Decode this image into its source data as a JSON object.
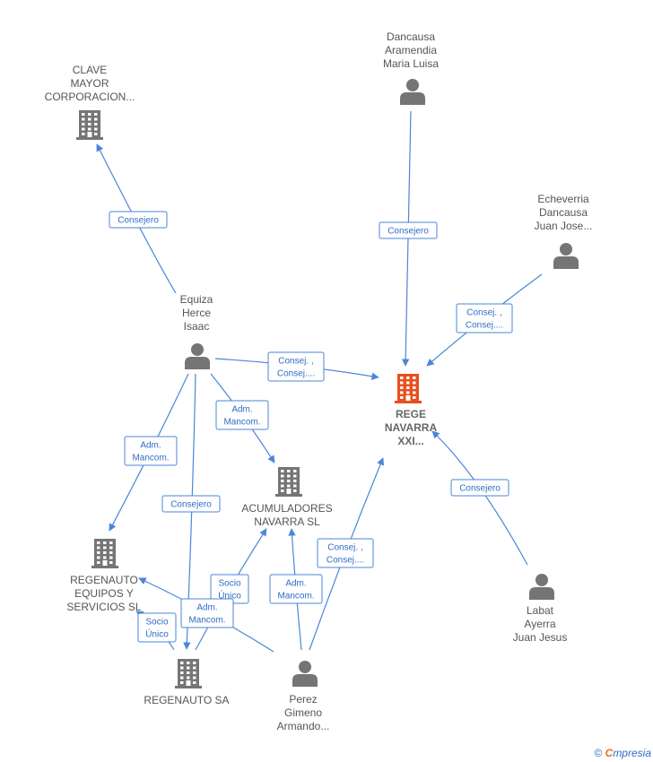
{
  "colors": {
    "edge": "#4a86d8",
    "edge_text": "#2f6cc4",
    "node_gray": "#757575",
    "focus": "#e8501f"
  },
  "nodes": [
    {
      "id": "clave",
      "type": "company",
      "lines": [
        "CLAVE",
        "MAYOR",
        "CORPORACION..."
      ]
    },
    {
      "id": "rege",
      "type": "company",
      "focus": true,
      "lines": [
        "REGE",
        "NAVARRA",
        "XXI..."
      ]
    },
    {
      "id": "acum",
      "type": "company",
      "lines": [
        "ACUMULADORES",
        "NAVARRA SL"
      ]
    },
    {
      "id": "regequip",
      "type": "company",
      "lines": [
        "REGENAUTO",
        "EQUIPOS Y",
        "SERVICIOS SL"
      ]
    },
    {
      "id": "regsa",
      "type": "company",
      "lines": [
        "REGENAUTO SA"
      ]
    },
    {
      "id": "dancausa",
      "type": "person",
      "lines": [
        "Dancausa",
        "Aramendia",
        "Maria Luisa"
      ]
    },
    {
      "id": "echeverria",
      "type": "person",
      "lines": [
        "Echeverria",
        "Dancausa",
        "Juan Jose..."
      ]
    },
    {
      "id": "equiza",
      "type": "person",
      "lines": [
        "Equiza",
        "Herce",
        "Isaac"
      ]
    },
    {
      "id": "labat",
      "type": "person",
      "lines": [
        "Labat",
        "Ayerra",
        "Juan Jesus"
      ]
    },
    {
      "id": "perez",
      "type": "person",
      "lines": [
        "Perez",
        "Gimeno",
        "Armando..."
      ]
    }
  ],
  "edges": [
    {
      "id": "e1",
      "from": "equiza",
      "to": "clave",
      "label": [
        "Consejero"
      ]
    },
    {
      "id": "e2",
      "from": "dancausa",
      "to": "rege",
      "label": [
        "Consejero"
      ]
    },
    {
      "id": "e3",
      "from": "echeverria",
      "to": "rege",
      "label": [
        "Consej. ,",
        "Consej...."
      ]
    },
    {
      "id": "e4",
      "from": "equiza",
      "to": "rege",
      "label": [
        "Consej. ,",
        "Consej...."
      ]
    },
    {
      "id": "e5",
      "from": "equiza",
      "to": "acum",
      "label": [
        "Adm.",
        "Mancom."
      ]
    },
    {
      "id": "e6",
      "from": "equiza",
      "to": "regequip",
      "label": [
        "Adm.",
        "Mancom."
      ]
    },
    {
      "id": "e7",
      "from": "equiza",
      "to": "regsa",
      "label": [
        "Consejero"
      ]
    },
    {
      "id": "e8",
      "from": "labat",
      "to": "rege",
      "label": [
        "Consejero"
      ]
    },
    {
      "id": "e9",
      "from": "perez",
      "to": "rege",
      "label": [
        "Consej. ,",
        "Consej...."
      ]
    },
    {
      "id": "e10",
      "from": "perez",
      "to": "acum",
      "label": [
        "Adm.",
        "Mancom."
      ]
    },
    {
      "id": "e11",
      "from": "regsa",
      "to": "acum",
      "label": [
        "Socio",
        "Único"
      ]
    },
    {
      "id": "e12",
      "from": "perez",
      "to": "regequip",
      "label": [
        "Adm.",
        "Mancom."
      ]
    },
    {
      "id": "e13",
      "from": "regsa",
      "to": "regequip",
      "label": [
        "Socio",
        "Único"
      ]
    }
  ],
  "watermark": {
    "copyright": "©",
    "brand_first": "C",
    "brand_rest": "mpresia"
  }
}
